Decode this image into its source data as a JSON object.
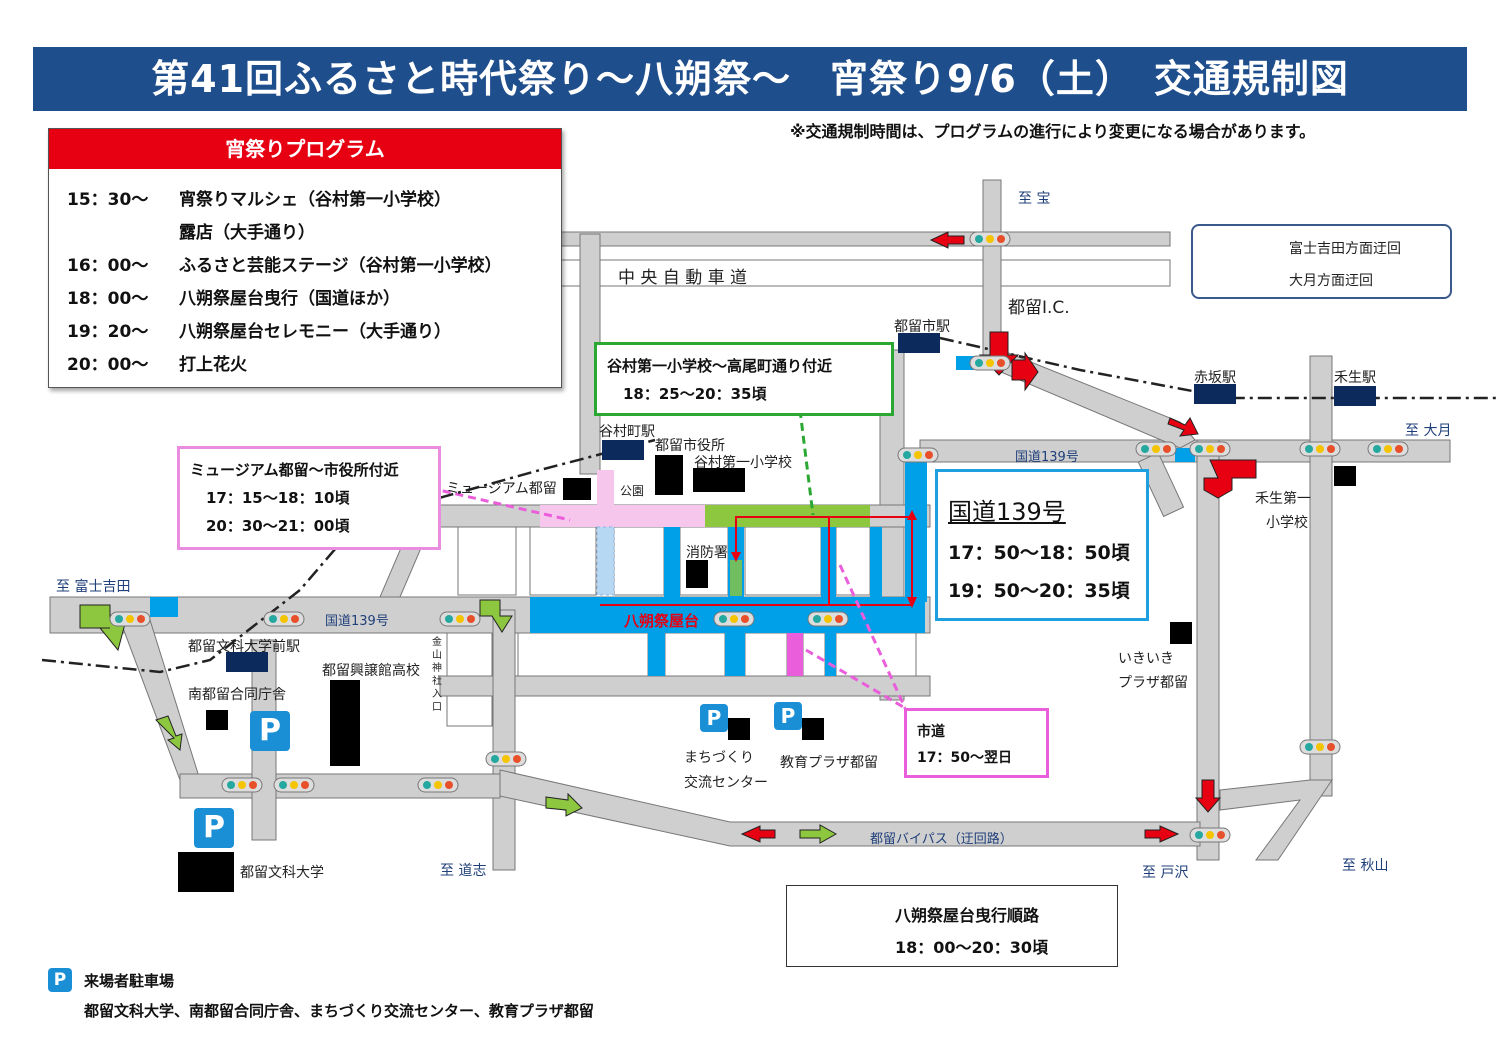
{
  "title": "第41回ふるさと時代祭り〜八朔祭〜　宵祭り9/6（土）　交通規制図",
  "notice": "※交通規制時間は、プログラムの進行により変更になる場合があります。",
  "program": {
    "heading": "宵祭りプログラム",
    "rows": [
      {
        "time": "15：30〜",
        "event": "宵祭りマルシェ（谷村第一小学校）"
      },
      {
        "time": "",
        "event": "露店（大手通り）"
      },
      {
        "time": "16：00〜",
        "event": "ふるさと芸能ステージ（谷村第一小学校）"
      },
      {
        "time": "18：00〜",
        "event": "八朔祭屋台曳行（国道ほか）"
      },
      {
        "time": "19：20〜",
        "event": "八朔祭屋台セレモニー（大手通り）"
      },
      {
        "time": "20：00〜",
        "event": "打上花火"
      }
    ]
  },
  "legend": {
    "red": "富士吉田方面迂回",
    "green": "大月方面迂回"
  },
  "zones": {
    "yamura": {
      "title": "谷村第一小学校〜高尾町通り付近",
      "time": "18：25〜20：35頃"
    },
    "museum": {
      "title": "ミュージアム都留〜市役所付近",
      "time1": "17：15〜18：10頃",
      "time2": "20：30〜21：00頃"
    },
    "route139": {
      "title": "国道139号",
      "time1": "17：50〜18：50頃",
      "time2": "19：50〜20：35頃"
    },
    "shido": {
      "title": "市道",
      "time": "17：50〜翌日"
    }
  },
  "route_legend": {
    "title": "八朔祭屋台曳行順路",
    "time": "18：00〜20：30頃"
  },
  "parking": {
    "mark": "P",
    "title": "来場者駐車場",
    "list": "都留文科大学、南都留合同庁舎、まちづくり交流センター、教育プラザ都留"
  },
  "labels": {
    "to_takara": "至 宝",
    "chuo": "中 央 自 動 車 道",
    "tsuru_ic": "都留I.C.",
    "tsurushi_st": "都留市駅",
    "akasaka_st": "赤坂駅",
    "hoki_st": "禾生駅",
    "to_otsuki": "至 大月",
    "route139_a": "国道139号",
    "route139_b": "国道139号",
    "yamuramachi_st": "谷村町駅",
    "city_hall": "都留市役所",
    "yamura_school": "谷村第一小学校",
    "museum": "ミュージアム都留",
    "park": "公園",
    "fire": "消防署",
    "to_fujiyoshida": "至 富士吉田",
    "bunka_st": "都留文科大学前駅",
    "minami_office": "南都留合同庁舎",
    "kojokan": "都留興譲館高校",
    "kanayama": "金山神社入口",
    "yatai": "八朔祭屋台",
    "hoki_school_1": "禾生第一",
    "hoki_school_2": "小学校",
    "ikiiki_1": "いきいき",
    "ikiiki_2": "プラザ都留",
    "machi_1": "まちづくり",
    "machi_2": "交流センター",
    "kyoiku": "教育プラザ都留",
    "bypass": "都留バイパス（迂回路）",
    "bunka_univ": "都留文科大学",
    "to_doshi": "至 道志",
    "to_tozawa": "至 戸沢",
    "to_akiyama": "至 秋山"
  },
  "colors": {
    "title_bg": "#1f4e8c",
    "road": "#cfcfcf",
    "closed": "#00a0e9",
    "route": "#e60012",
    "detour_green": "#8dc63f",
    "pink_zone": "#f6c6ec",
    "magenta": "#ea5ddb",
    "parking": "#1b8fd6",
    "station": "#0d2a5c"
  }
}
